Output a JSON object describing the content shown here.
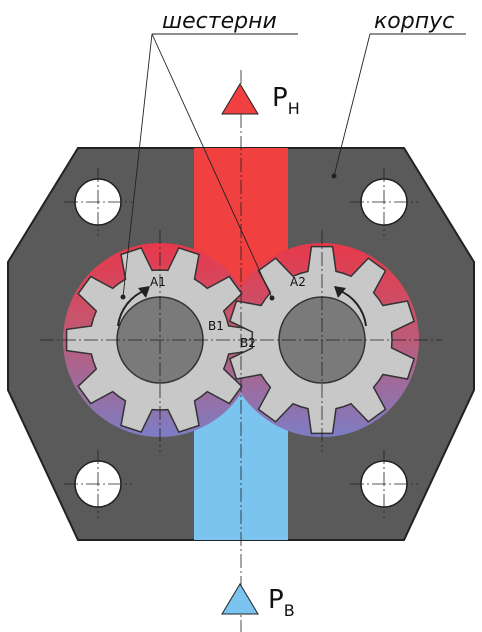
{
  "labels": {
    "gears": "шестерни",
    "housing": "корпус",
    "pressure_high": "P",
    "pressure_high_sub": "Н",
    "pressure_low": "P",
    "pressure_low_sub": "В"
  },
  "points": {
    "a1": "A1",
    "a2": "A2",
    "b1": "B1",
    "b2": "B2"
  },
  "colors": {
    "housing": "#5a5a5a",
    "high_pressure": "#f04040",
    "low_pressure": "#7cc4f0",
    "gear": "#c8c8c8",
    "shaft": "#7a7a7a"
  }
}
